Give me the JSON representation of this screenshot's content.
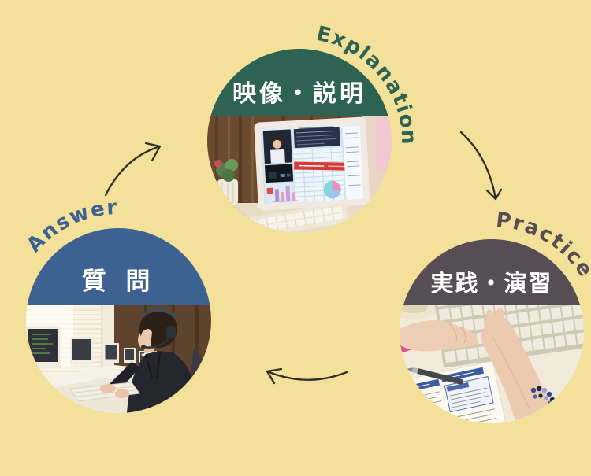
{
  "page": {
    "background_color": "#f3e19a",
    "kind": "three-step-learning-cycle-diagram"
  },
  "nodes": {
    "explanation": {
      "curved_label": "Explanation",
      "label_jp": "映像・説明",
      "accent_color": "#2e6354",
      "photo": "elearning-monitor-photo"
    },
    "practice": {
      "curved_label": "Practice",
      "label_jp": "実践・演習",
      "accent_color": "#574d54",
      "photo": "hands-typing-on-keyboard-photo"
    },
    "answer": {
      "curved_label": "Answer",
      "label_jp": "質 問",
      "accent_color": "#3d6190",
      "photo": "instructor-with-headset-photo"
    }
  },
  "arrows": {
    "color": "#2f2d26",
    "items": [
      {
        "name": "arrow-answer-to-explanation"
      },
      {
        "name": "arrow-explanation-to-practice"
      },
      {
        "name": "arrow-practice-to-answer"
      }
    ]
  }
}
